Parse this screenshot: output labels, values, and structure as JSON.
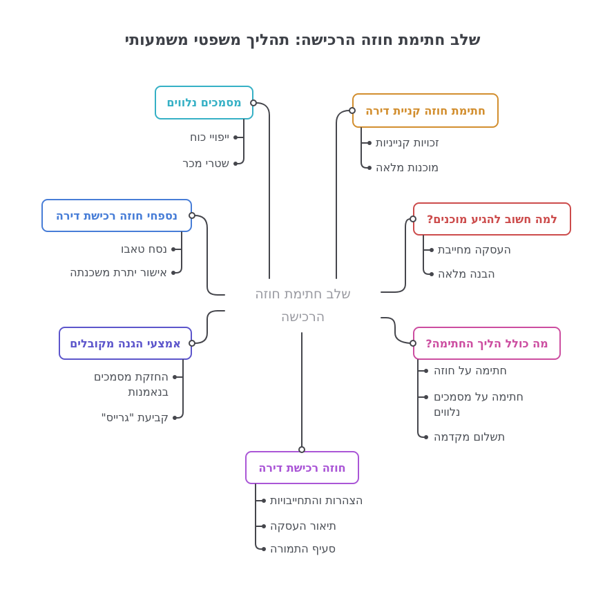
{
  "title": "שלב חתימת חוזה הרכישה: תהליך משפטי משמעותי",
  "center": {
    "label": "שלב חתימת חוזה הרכישה"
  },
  "branches": [
    {
      "label": "מסמכים נלווים",
      "color": "#35b0c5",
      "children": [
        "ייפויי כוח",
        "שטרי מכר"
      ]
    },
    {
      "label": "חתימת חוזה קניית דירה",
      "color": "#d28e2e",
      "children": [
        "זכויות קנייניות",
        "מוכנות מלאה"
      ]
    },
    {
      "label": "נספחי חוזה רכישת דירה",
      "color": "#477dd7",
      "children": [
        "נסח טאבו",
        "אישור יתרת משכנתה"
      ]
    },
    {
      "label": "למה חשוב להגיע מוכנים?",
      "color": "#cc4b4b",
      "children": [
        "העסקה מחייבת",
        "הבנה מלאה"
      ]
    },
    {
      "label": "אמצעי הגנה מקובלים",
      "color": "#5c55cb",
      "children": [
        "החזקת מסמכים בנאמנות",
        "קביעת \"גרייס\""
      ]
    },
    {
      "label": "מה כולל הליך החתימה?",
      "color": "#cc4da0",
      "children": [
        "חתימה על חוזה",
        "חתימה על מסמכים נלווים",
        "תשלום מקדמה"
      ]
    },
    {
      "label": "חוזה רכישת דירה",
      "color": "#aa56d6",
      "children": [
        "הצהרות והתחייבויות",
        "תיאור העסקה",
        "סעיף התמורה"
      ]
    }
  ],
  "colors": {
    "background": "#ffffff",
    "line": "#45464c",
    "title_text": "#3d4047",
    "child_text": "#4a4e55",
    "center_border": "#4d4e56",
    "center_text": "#999aa1"
  }
}
